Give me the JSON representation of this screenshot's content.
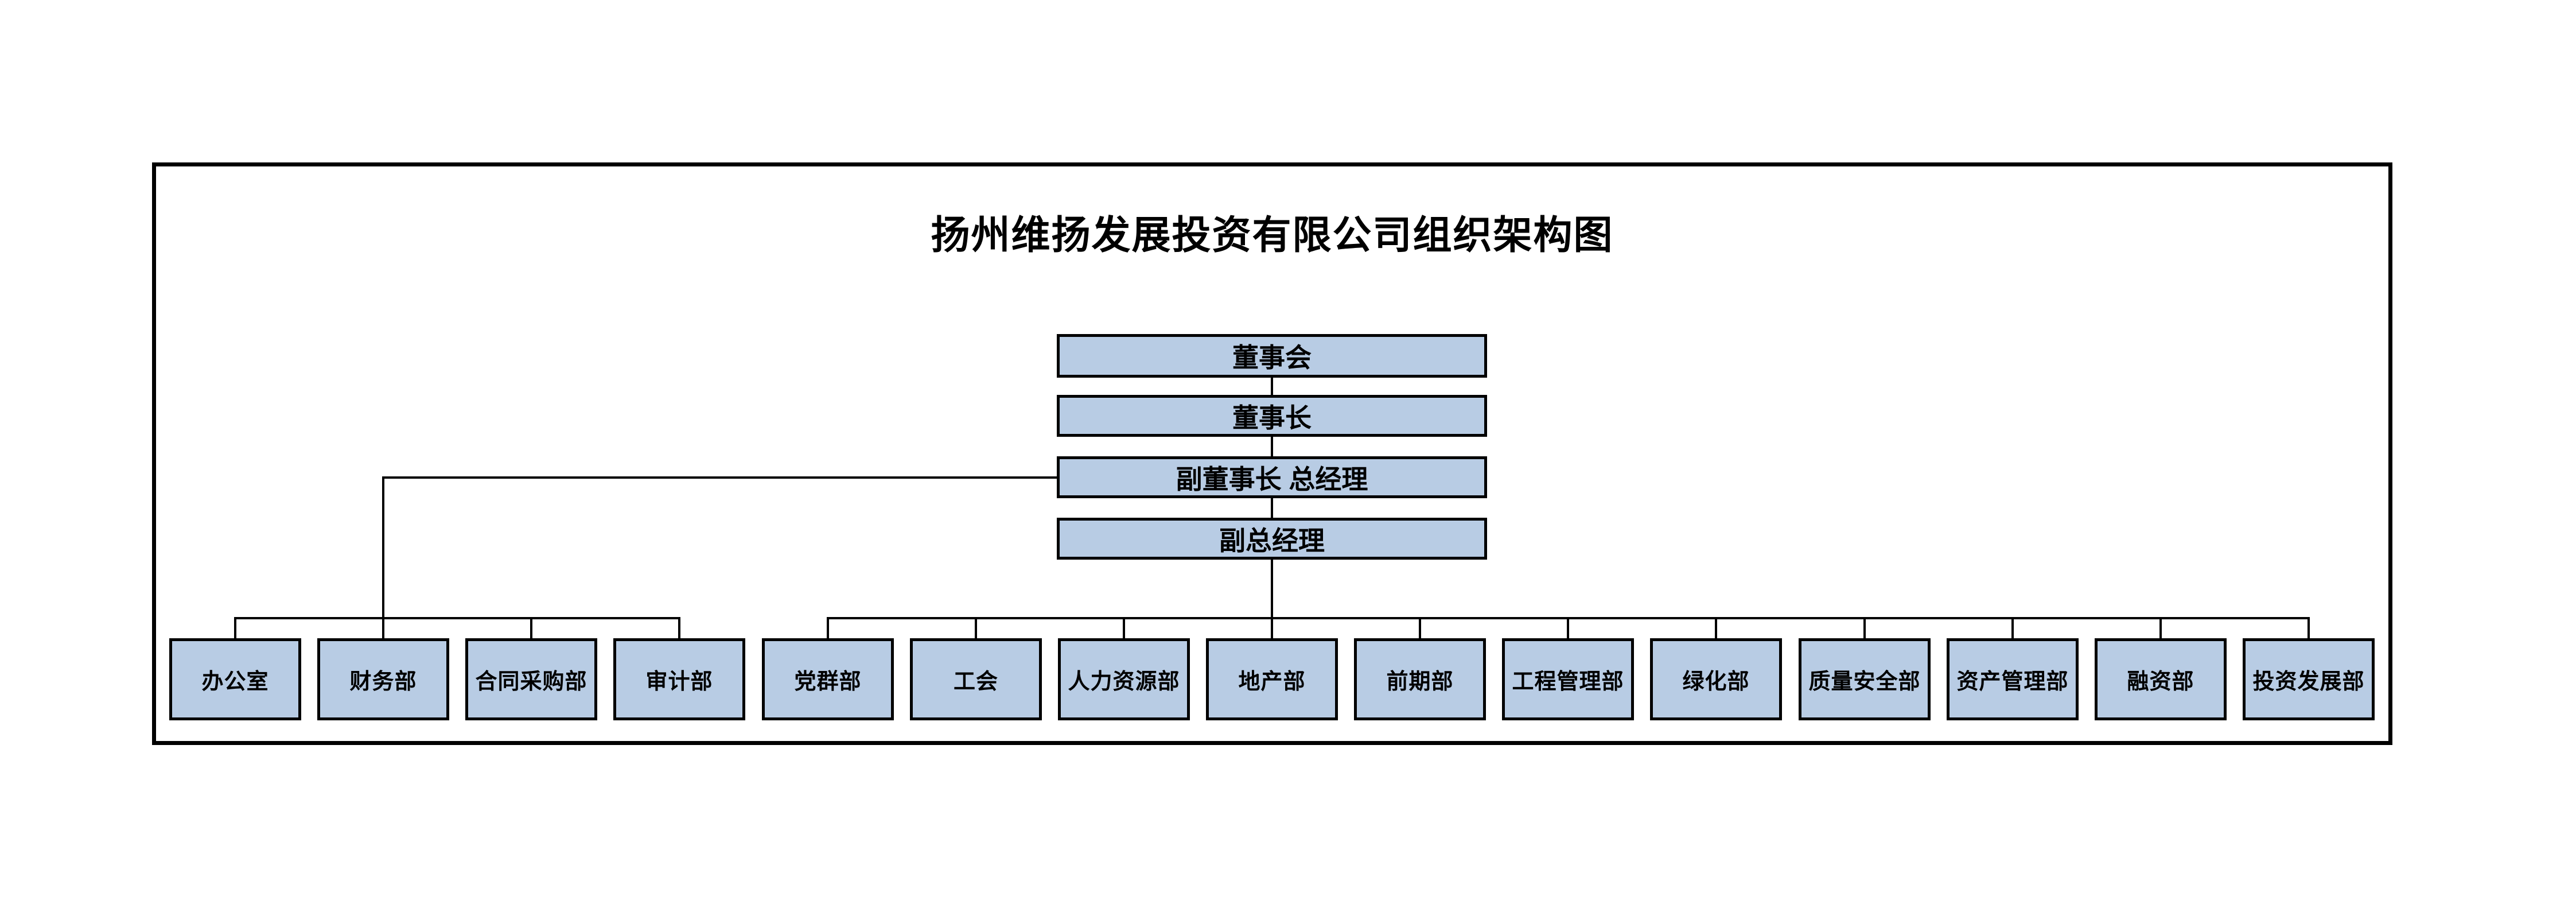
{
  "title": "扬州维扬发展投资有限公司组织架构图",
  "org": {
    "top_chain": [
      {
        "label": "董事会"
      },
      {
        "label": "董事长"
      },
      {
        "label": "副董事长 总经理"
      },
      {
        "label": "副总经理"
      }
    ],
    "departments": [
      "办公室",
      "财务部",
      "合同采购部",
      "审计部",
      "党群部",
      "工会",
      "人力资源部",
      "地产部",
      "前期部",
      "工程管理部",
      "绿化部",
      "质量安全部",
      "资产管理部",
      "融资部",
      "投资发展部"
    ]
  },
  "colors": {
    "box_fill": "#b8cce4",
    "box_border": "#000000",
    "connector_line": "#000000",
    "frame_border": "#000000",
    "background": "#ffffff",
    "text": "#000000"
  }
}
